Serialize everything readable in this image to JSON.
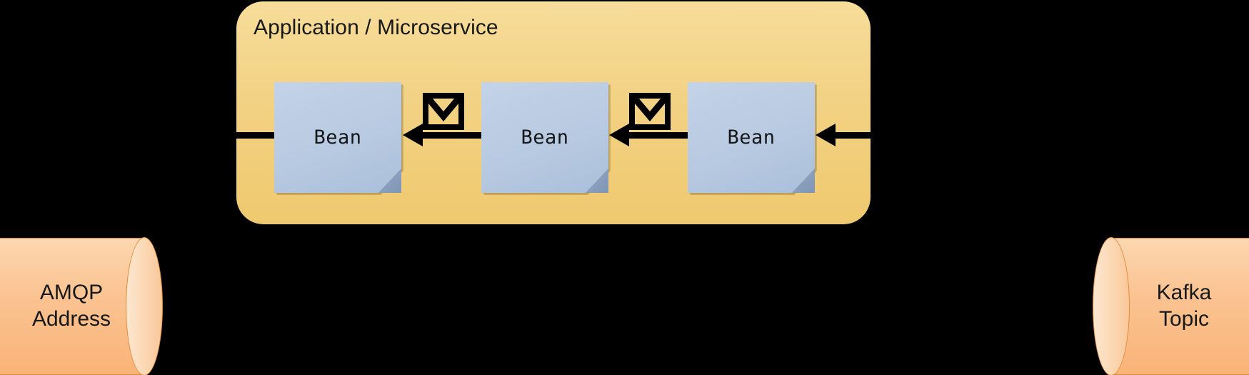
{
  "diagram": {
    "title": "Application / Microservice",
    "container": {
      "label": "Application / Microservice",
      "fill_color": "#f2d283",
      "shape": "rounded-rectangle"
    },
    "beans": [
      {
        "label": "Bean",
        "fill_color": "#b8cae1",
        "shape": "document"
      },
      {
        "label": "Bean",
        "fill_color": "#b8cae1",
        "shape": "document"
      },
      {
        "label": "Bean",
        "fill_color": "#b8cae1",
        "shape": "document"
      }
    ],
    "icons": [
      {
        "name": "envelope-icon",
        "between": "bean-3 and bean-2"
      },
      {
        "name": "envelope-icon",
        "between": "bean-2 and bean-1"
      }
    ],
    "flow_direction": "right-to-left",
    "arrows": [
      {
        "name": "arrow-kafka-to-bean-3",
        "direction": "left"
      },
      {
        "name": "arrow-bean-3-to-bean-2",
        "direction": "left"
      },
      {
        "name": "arrow-bean-2-to-bean-1",
        "direction": "left"
      },
      {
        "name": "arrow-bean-1-to-amqp",
        "direction": "left"
      }
    ],
    "endpoints": [
      {
        "name": "amqp-address",
        "line1": "AMQP",
        "line2": "Address",
        "shape": "cylinder",
        "fill_color": "#fbc493",
        "position": "left"
      },
      {
        "name": "kafka-topic",
        "line1": "Kafka",
        "line2": "Topic",
        "shape": "cylinder",
        "fill_color": "#fbc493",
        "position": "right"
      }
    ],
    "colors": {
      "background": "#000000",
      "container_fill": "#f2d283",
      "bean_fill": "#b8cae1",
      "cylinder_fill": "#fbc493",
      "cylinder_stroke": "#e08b3c",
      "line": "#000000",
      "text": "#16181a"
    }
  }
}
